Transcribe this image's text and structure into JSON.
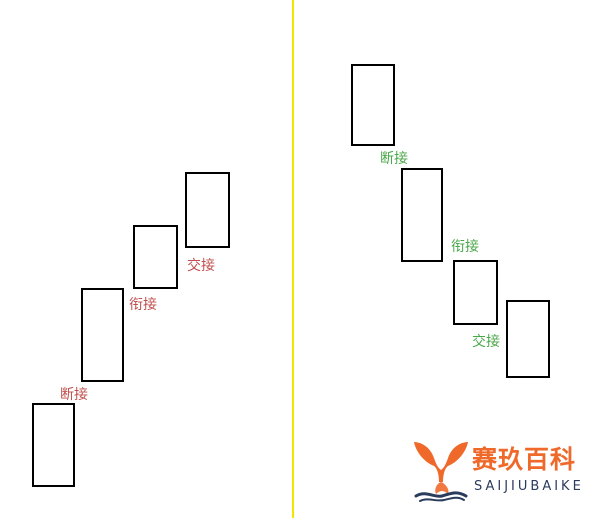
{
  "colors": {
    "divider": "#f2e600",
    "box_border": "#000000",
    "label_left": "#c0504d",
    "label_right": "#4aa84a",
    "logo_orange": "#ef6a2a",
    "logo_navy": "#2a3c5c"
  },
  "left_panel": {
    "labels": {
      "break": "断接",
      "connect": "衔接",
      "cross": "交接"
    }
  },
  "right_panel": {
    "labels": {
      "break": "断接",
      "connect": "衔接",
      "cross": "交接"
    }
  },
  "logo": {
    "icon": "whale-tail-icon",
    "name": "赛玖百科",
    "subtitle": "SAIJIUBAIKE"
  }
}
